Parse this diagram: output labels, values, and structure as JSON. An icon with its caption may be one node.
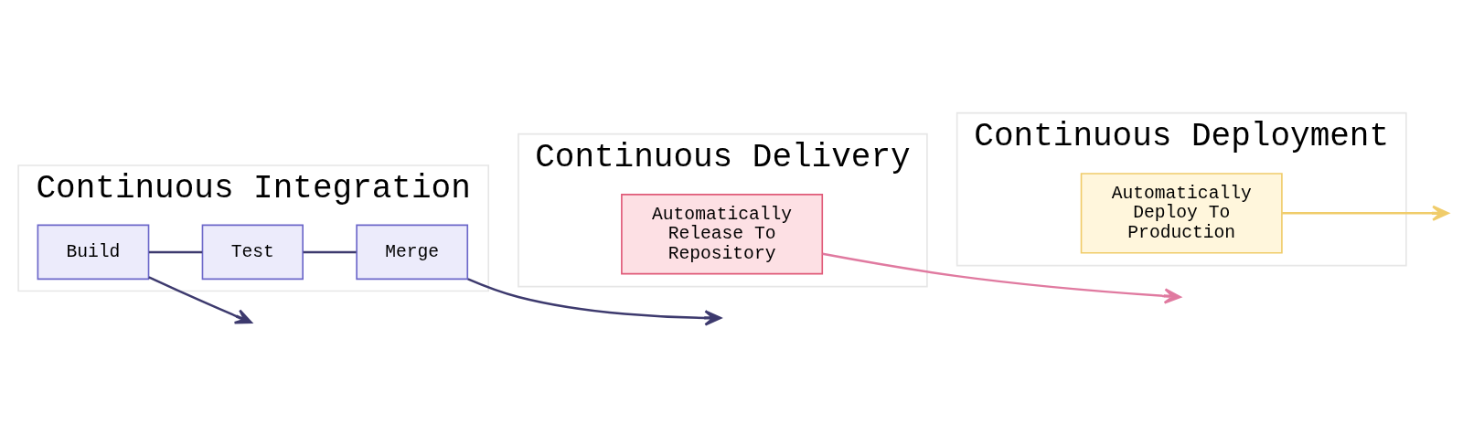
{
  "diagram": {
    "nodes": [
      {
        "text": [
          "Continuous Integration"
        ]
      },
      {
        "text": [
          "Build"
        ],
        "in": 0
      },
      {
        "text": [
          "Test"
        ],
        "in": 0
      },
      {
        "text": [
          "Merge"
        ],
        "in": 0
      },
      {
        "text": [
          "Continuous Delivery"
        ]
      },
      {
        "text": [
          "Automatically Release To Repository"
        ],
        "in": 4
      },
      {
        "text": [
          "Continuous Deployment"
        ]
      },
      {
        "text": [
          "Automatically Deploy To Production"
        ],
        "in": 6
      }
    ],
    "edges": [
      {
        "from": 1,
        "to": 2,
        "arrow": "none"
      },
      {
        "from": 2,
        "to": 3,
        "arrow": "none"
      },
      {
        "from": 1,
        "to": null,
        "arrow": "to"
      },
      {
        "from": 3,
        "to": null,
        "arrow": "to"
      },
      {
        "from": 5,
        "to": null,
        "arrow": "to",
        "color": "#e07aa0"
      },
      {
        "from": 7,
        "to": null,
        "arrow": "to",
        "color": "#f0cc6a"
      }
    ]
  }
}
